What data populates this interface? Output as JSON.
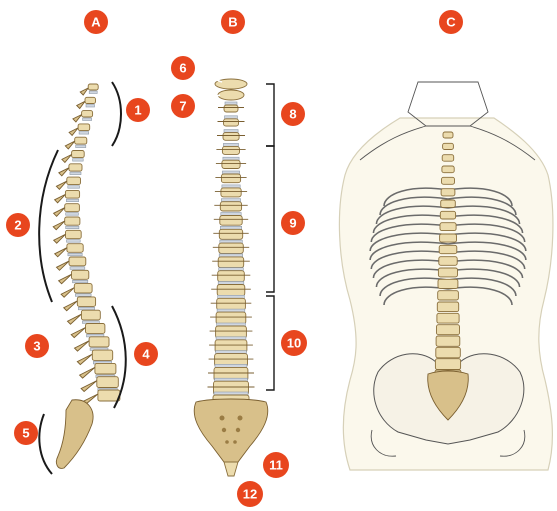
{
  "panels": [
    {
      "label": "A"
    },
    {
      "label": "B"
    },
    {
      "label": "C"
    }
  ],
  "markers": [
    "1",
    "2",
    "3",
    "4",
    "5",
    "6",
    "7",
    "8",
    "9",
    "10",
    "11",
    "12"
  ],
  "colors": {
    "marker": "#e8461e",
    "bone": "#ecdcae",
    "disc": "#cfd6e0",
    "line": "#1a1a1a"
  }
}
